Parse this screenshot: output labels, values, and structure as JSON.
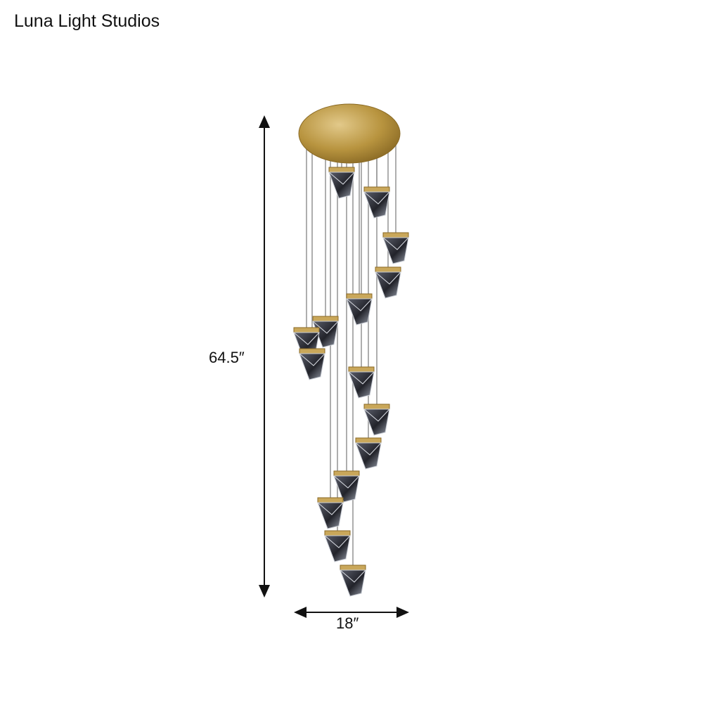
{
  "brand": {
    "name": "Luna Light Studios"
  },
  "dimensions": {
    "height": "64.5″",
    "width": "18″"
  },
  "colors": {
    "brass": "#b8943f",
    "crystal_dark": "#2e2f38",
    "cable": "#9a9a9a"
  },
  "icons": {
    "height_arrow": "double-arrow-vertical",
    "width_arrow": "double-arrow-horizontal"
  }
}
